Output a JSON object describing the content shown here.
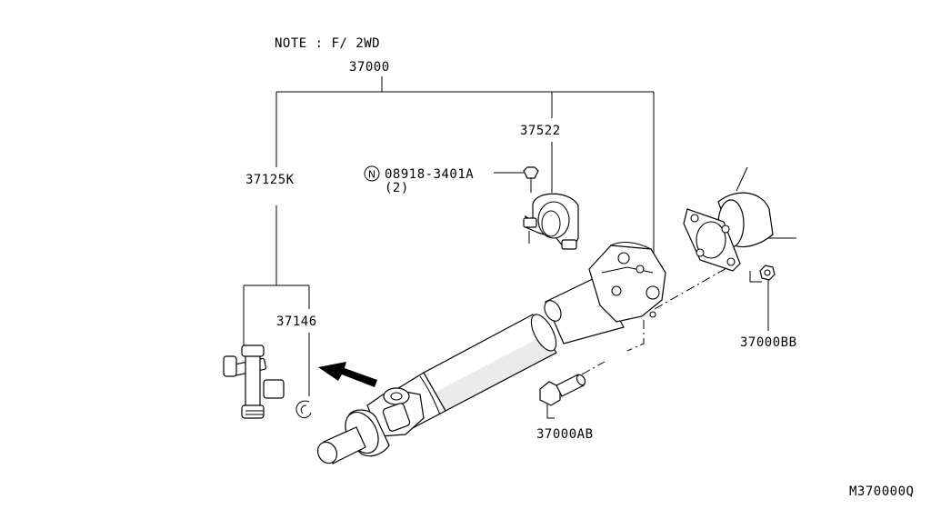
{
  "note": "NOTE : F/ 2WD",
  "parts": {
    "main": "37000",
    "center_bearing": "37522",
    "shaft_assembly": "37125K",
    "journal_kit": "37146",
    "nut_part": "08918-3401A",
    "nut_qty": "(2)",
    "nut_callout_symbol": "N",
    "flange_nut": "37000BB",
    "bolt": "37000AB"
  },
  "diagram_code": "M370000Q"
}
